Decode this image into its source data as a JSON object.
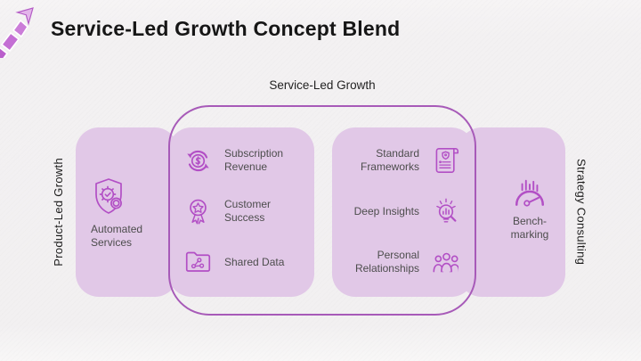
{
  "slide": {
    "title": "Service-Led Growth Concept Blend"
  },
  "overlay": {
    "label": "Service-Led Growth"
  },
  "side_labels": {
    "left": "Product-Led Growth",
    "right": "Strategy Consulting"
  },
  "boxes": {
    "product": {
      "label": "Automated Services",
      "icon": "shield-gear-check"
    },
    "service_left": {
      "items": [
        {
          "label": "Subscription Revenue",
          "icon": "dollar-cycle"
        },
        {
          "label": "Customer Success",
          "icon": "award-ribbon"
        },
        {
          "label": "Shared Data",
          "icon": "folder-share"
        }
      ]
    },
    "service_right": {
      "items": [
        {
          "label": "Standard Frameworks",
          "icon": "certificate-scroll"
        },
        {
          "label": "Deep Insights",
          "icon": "insight-magnifier"
        },
        {
          "label": "Personal Relationships",
          "icon": "people-group"
        }
      ]
    },
    "strategy": {
      "label": "Bench-marking",
      "icon": "gauge-benchmark"
    }
  },
  "colors": {
    "accent": "#b24fc5",
    "box_fill": "#e1c8e7",
    "outline_stroke": "#a75ab8",
    "background": "#f3f1f2",
    "title_text": "#161616",
    "label_text": "#4d4d4d"
  }
}
